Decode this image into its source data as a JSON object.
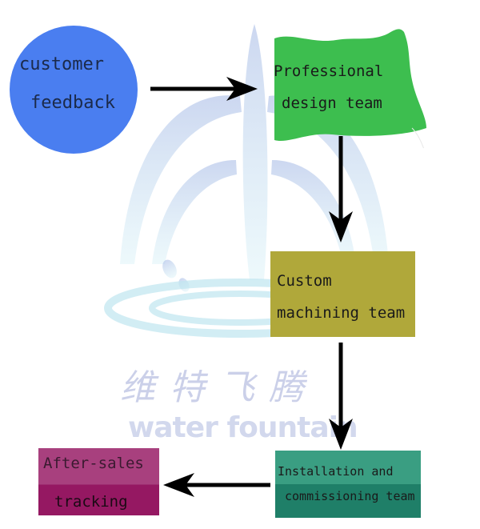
{
  "watermark": {
    "chinese_text": "维特飞腾",
    "english_text": "water fountain"
  },
  "nodes": {
    "customer": {
      "line1": "customer",
      "line2": "feedback",
      "color": "#4a7ef0"
    },
    "design": {
      "line1": "Professional",
      "line2": "design team",
      "color": "#3dbe4f"
    },
    "machining": {
      "line1": "Custom",
      "line2": "machining team",
      "color": "#b0a83a"
    },
    "installation": {
      "line1": "Installation and",
      "line2": "commissioning team",
      "color": "#2a8f74"
    },
    "aftersales": {
      "line1": "After-sales",
      "line2": "tracking",
      "color": "#a02a72"
    }
  },
  "edges": [
    {
      "from": "customer",
      "to": "design"
    },
    {
      "from": "design",
      "to": "machining"
    },
    {
      "from": "machining",
      "to": "installation"
    },
    {
      "from": "installation",
      "to": "aftersales"
    }
  ]
}
